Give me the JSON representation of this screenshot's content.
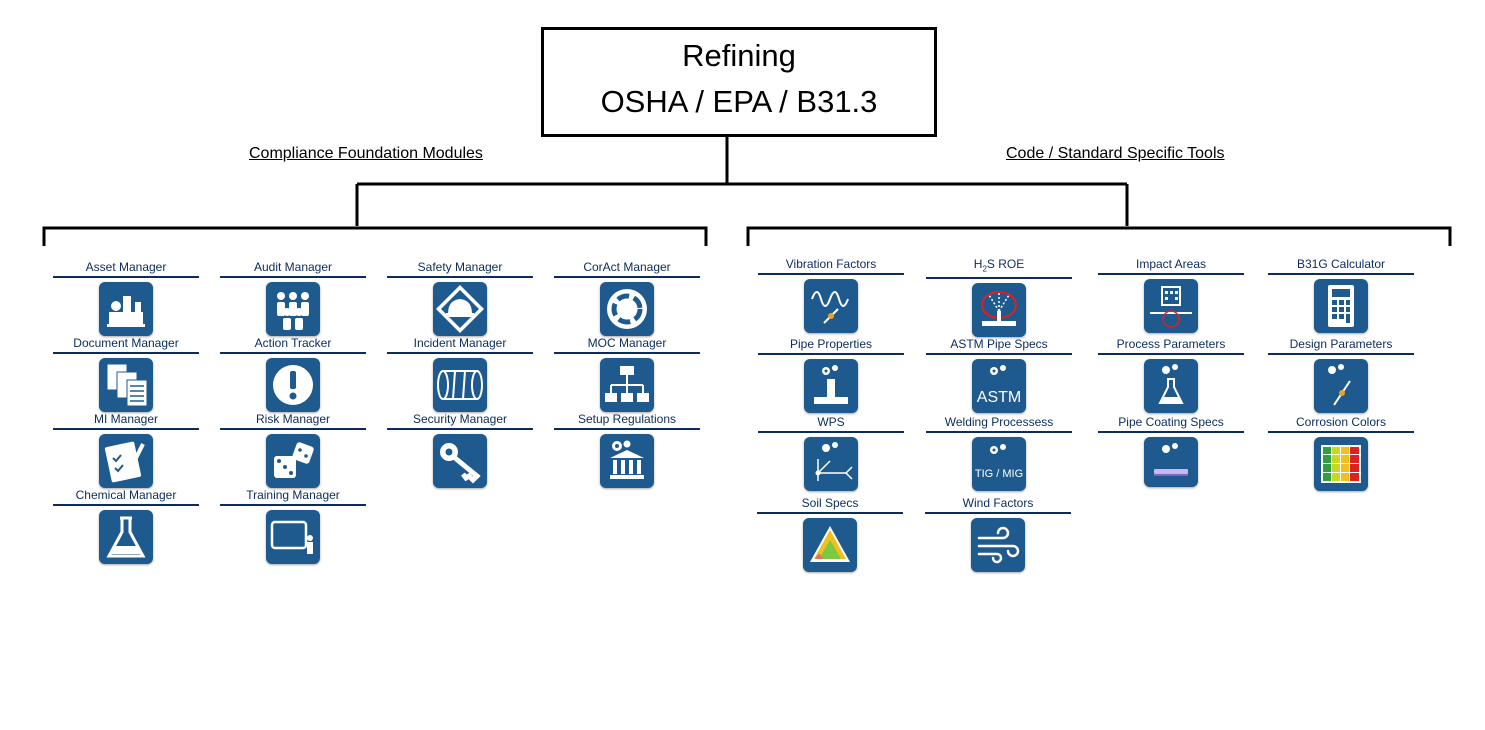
{
  "header": {
    "title": "Refining",
    "subtitle": "OSHA / EPA / B31.3"
  },
  "left_section": {
    "label": "Compliance Foundation Modules",
    "modules": [
      {
        "label": "Asset Manager",
        "icon": "refinery-icon"
      },
      {
        "label": "Audit Manager",
        "icon": "people-group-icon"
      },
      {
        "label": "Safety Manager",
        "icon": "hardhat-icon"
      },
      {
        "label": "CorAct Manager",
        "icon": "circular-arrows-icon"
      },
      {
        "label": "Document Manager",
        "icon": "documents-icon"
      },
      {
        "label": "Action Tracker",
        "icon": "exclamation-icon"
      },
      {
        "label": "Incident Manager",
        "icon": "pipe-icon"
      },
      {
        "label": "MOC Manager",
        "icon": "org-chart-icon"
      },
      {
        "label": "MI Manager",
        "icon": "checklist-icon"
      },
      {
        "label": "Risk Manager",
        "icon": "dice-icon"
      },
      {
        "label": "Security Manager",
        "icon": "key-icon"
      },
      {
        "label": "Setup Regulations",
        "icon": "gear-building-icon"
      },
      {
        "label": "Chemical Manager",
        "icon": "flask-icon"
      },
      {
        "label": "Training Manager",
        "icon": "presentation-icon"
      }
    ]
  },
  "right_section": {
    "label": "Code / Standard Specific Tools",
    "modules": [
      {
        "label": "Vibration Factors",
        "icon": "wave-icon"
      },
      {
        "label": "H2S ROE",
        "label_pre": "H",
        "label_sub": "2",
        "label_post": "S ROE",
        "icon": "sprinkler-icon"
      },
      {
        "label": "Impact Areas",
        "icon": "building-icon"
      },
      {
        "label": "B31G Calculator",
        "icon": "calculator-icon"
      },
      {
        "label": "Pipe Properties",
        "icon": "pipe-tee-icon"
      },
      {
        "label": "ASTM Pipe Specs",
        "icon": "astm-icon",
        "tile_text": "ASTM"
      },
      {
        "label": "Process Parameters",
        "icon": "gear-flask-icon"
      },
      {
        "label": "Design Parameters",
        "icon": "gear-pencil-icon"
      },
      {
        "label": "WPS",
        "icon": "weld-axes-icon"
      },
      {
        "label": "Welding Processess",
        "icon": "gear-tig-icon",
        "tile_text": "TIG / MIG"
      },
      {
        "label": "Pipe Coating Specs",
        "icon": "gear-bar-icon"
      },
      {
        "label": "Corrosion Colors",
        "icon": "color-grid-icon"
      },
      {
        "label": "Soil Specs",
        "icon": "soil-triangle-icon"
      },
      {
        "label": "Wind Factors",
        "icon": "wind-icon"
      }
    ]
  },
  "colors": {
    "tile": "#1e5a8e",
    "label": "#0b2c5c"
  }
}
